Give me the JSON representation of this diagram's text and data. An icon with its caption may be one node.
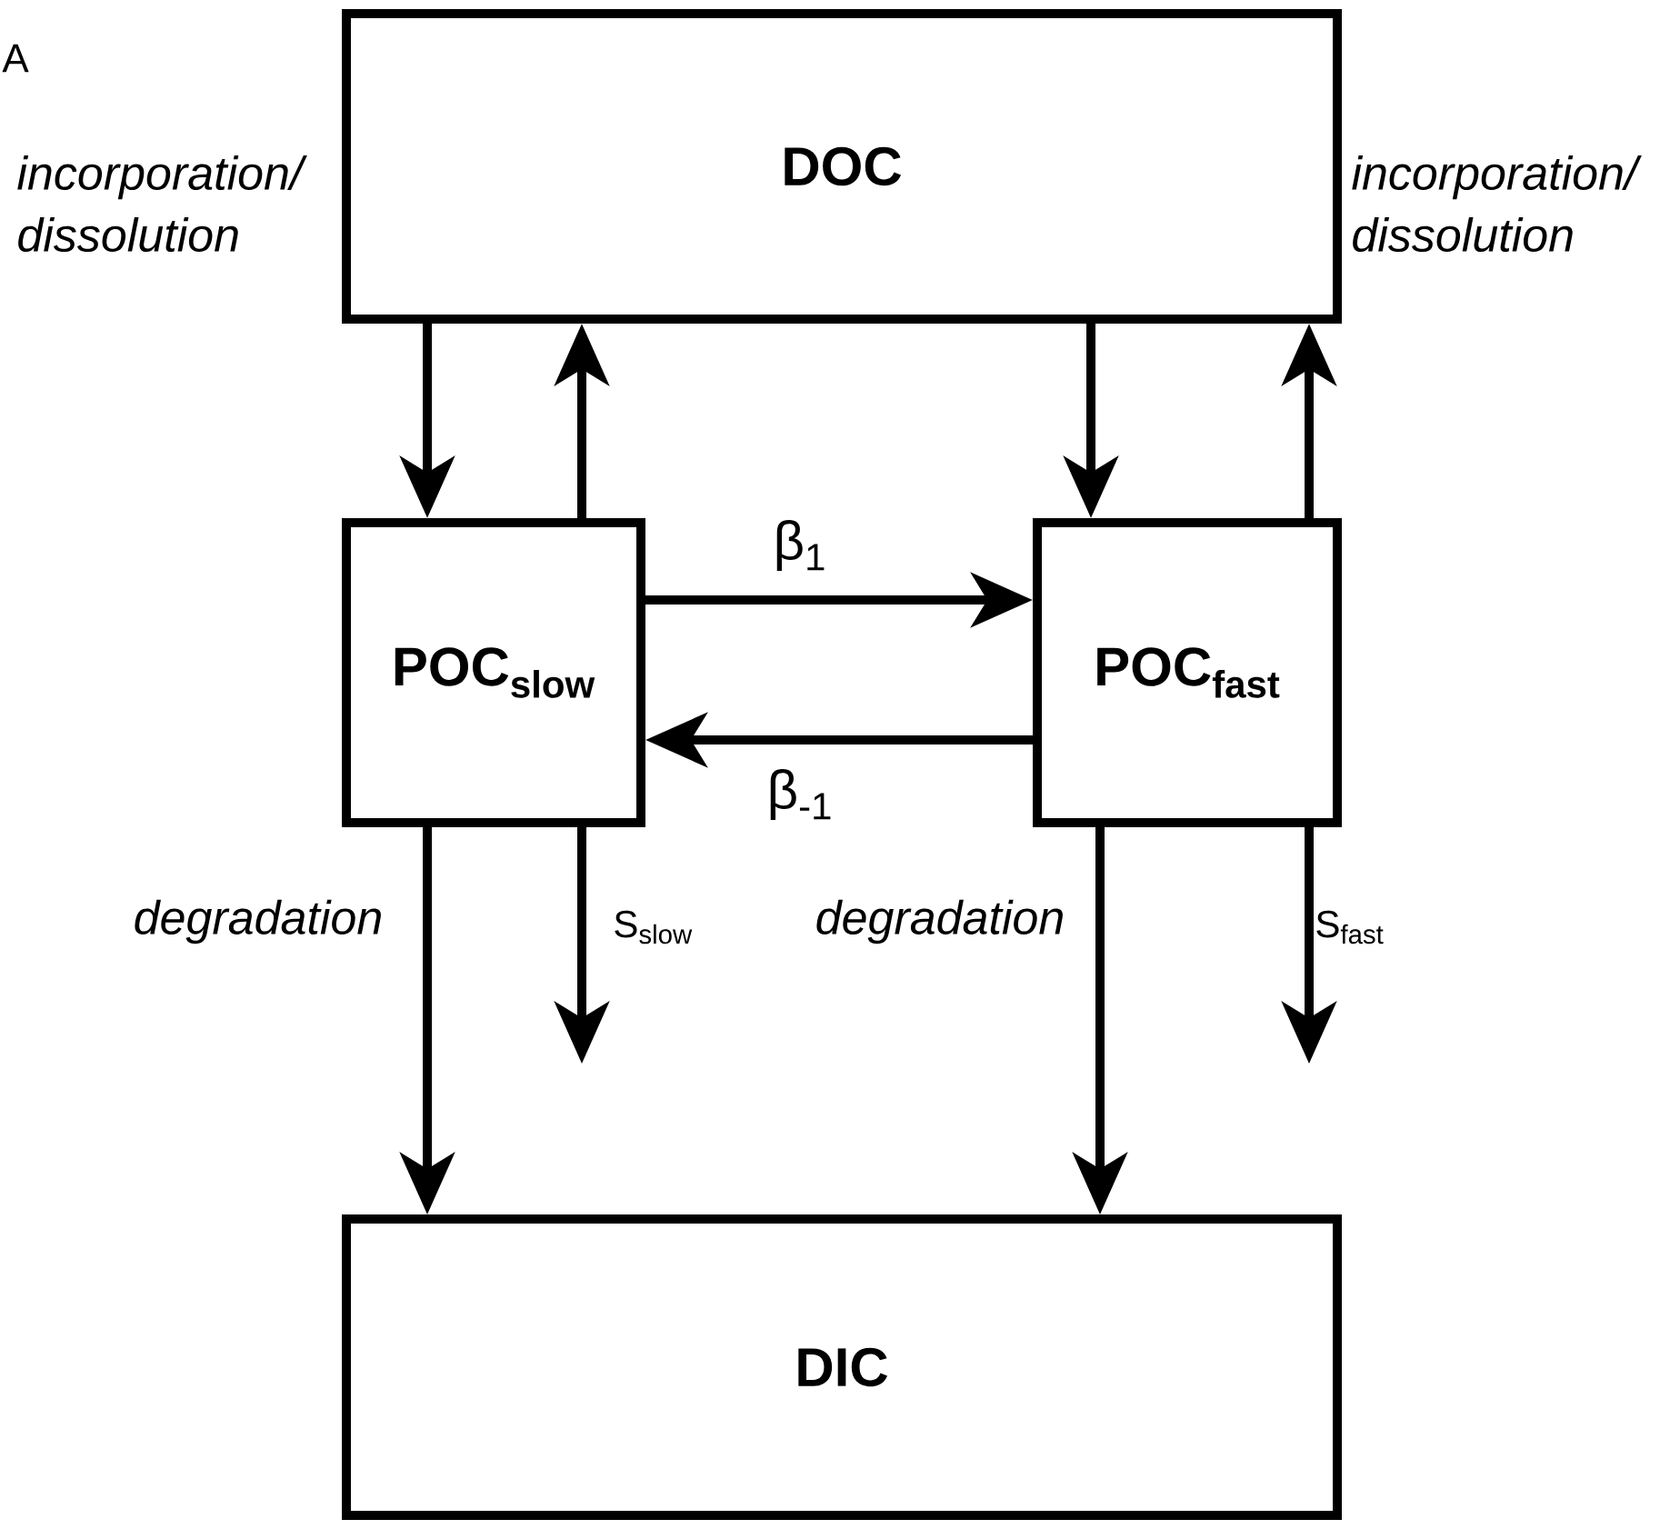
{
  "diagram": {
    "nodes": [
      {
        "text": [
          "DOC"
        ]
      },
      {
        "text": [
          "POC$_{slow}$"
        ]
      },
      {
        "text": [
          "POC$_{fast}$"
        ]
      },
      {
        "text": [
          "DIC"
        ]
      }
    ],
    "edges": [
      {
        "from": 0,
        "to": 1,
        "arrow": "to",
        "label": "incorporation/ dissolution"
      },
      {
        "from": 1,
        "to": 0,
        "arrow": "to"
      },
      {
        "from": 0,
        "to": 2,
        "arrow": "to"
      },
      {
        "from": 2,
        "to": 0,
        "arrow": "to",
        "label": "incorporation/ dissolution"
      },
      {
        "from": 1,
        "to": 2,
        "arrow": "to",
        "label": "β$_{1}$"
      },
      {
        "from": 2,
        "to": 1,
        "arrow": "to",
        "label": "β$_{-1}$"
      },
      {
        "from": 1,
        "to": 3,
        "arrow": "to",
        "label": "degradation"
      },
      {
        "from": 1,
        "to": null,
        "arrow": "to",
        "label": "S$_{slow}$"
      },
      {
        "from": 2,
        "to": 3,
        "arrow": "to",
        "label": "degradation"
      },
      {
        "from": 2,
        "to": null,
        "arrow": "to",
        "label": "S$_{fast}$"
      }
    ],
    "labels": [
      "A"
    ]
  }
}
